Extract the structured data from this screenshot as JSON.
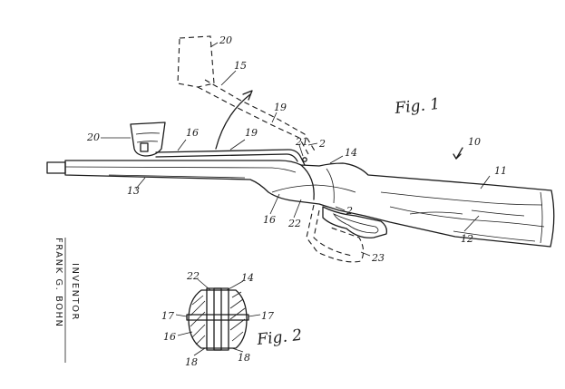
{
  "figures": {
    "fig1": "Fig. 1",
    "fig2": "Fig. 2"
  },
  "inventor": {
    "name": "FRANK G. BOHN",
    "title": "INVENTOR"
  },
  "labels": {
    "n10": "10",
    "n11": "11",
    "n12": "12",
    "n13": "13",
    "n14": "14",
    "n15": "15",
    "n16": "16",
    "n19a": "19",
    "n19b": "19",
    "n20a": "20",
    "n20b": "20",
    "n21": "21",
    "n22": "22",
    "n23": "23",
    "n2a": "2",
    "n2b": "2",
    "f2_14": "14",
    "f2_16": "16",
    "f2_17a": "17",
    "f2_17b": "17",
    "f2_18a": "18",
    "f2_18b": "18",
    "f2_22": "22"
  }
}
